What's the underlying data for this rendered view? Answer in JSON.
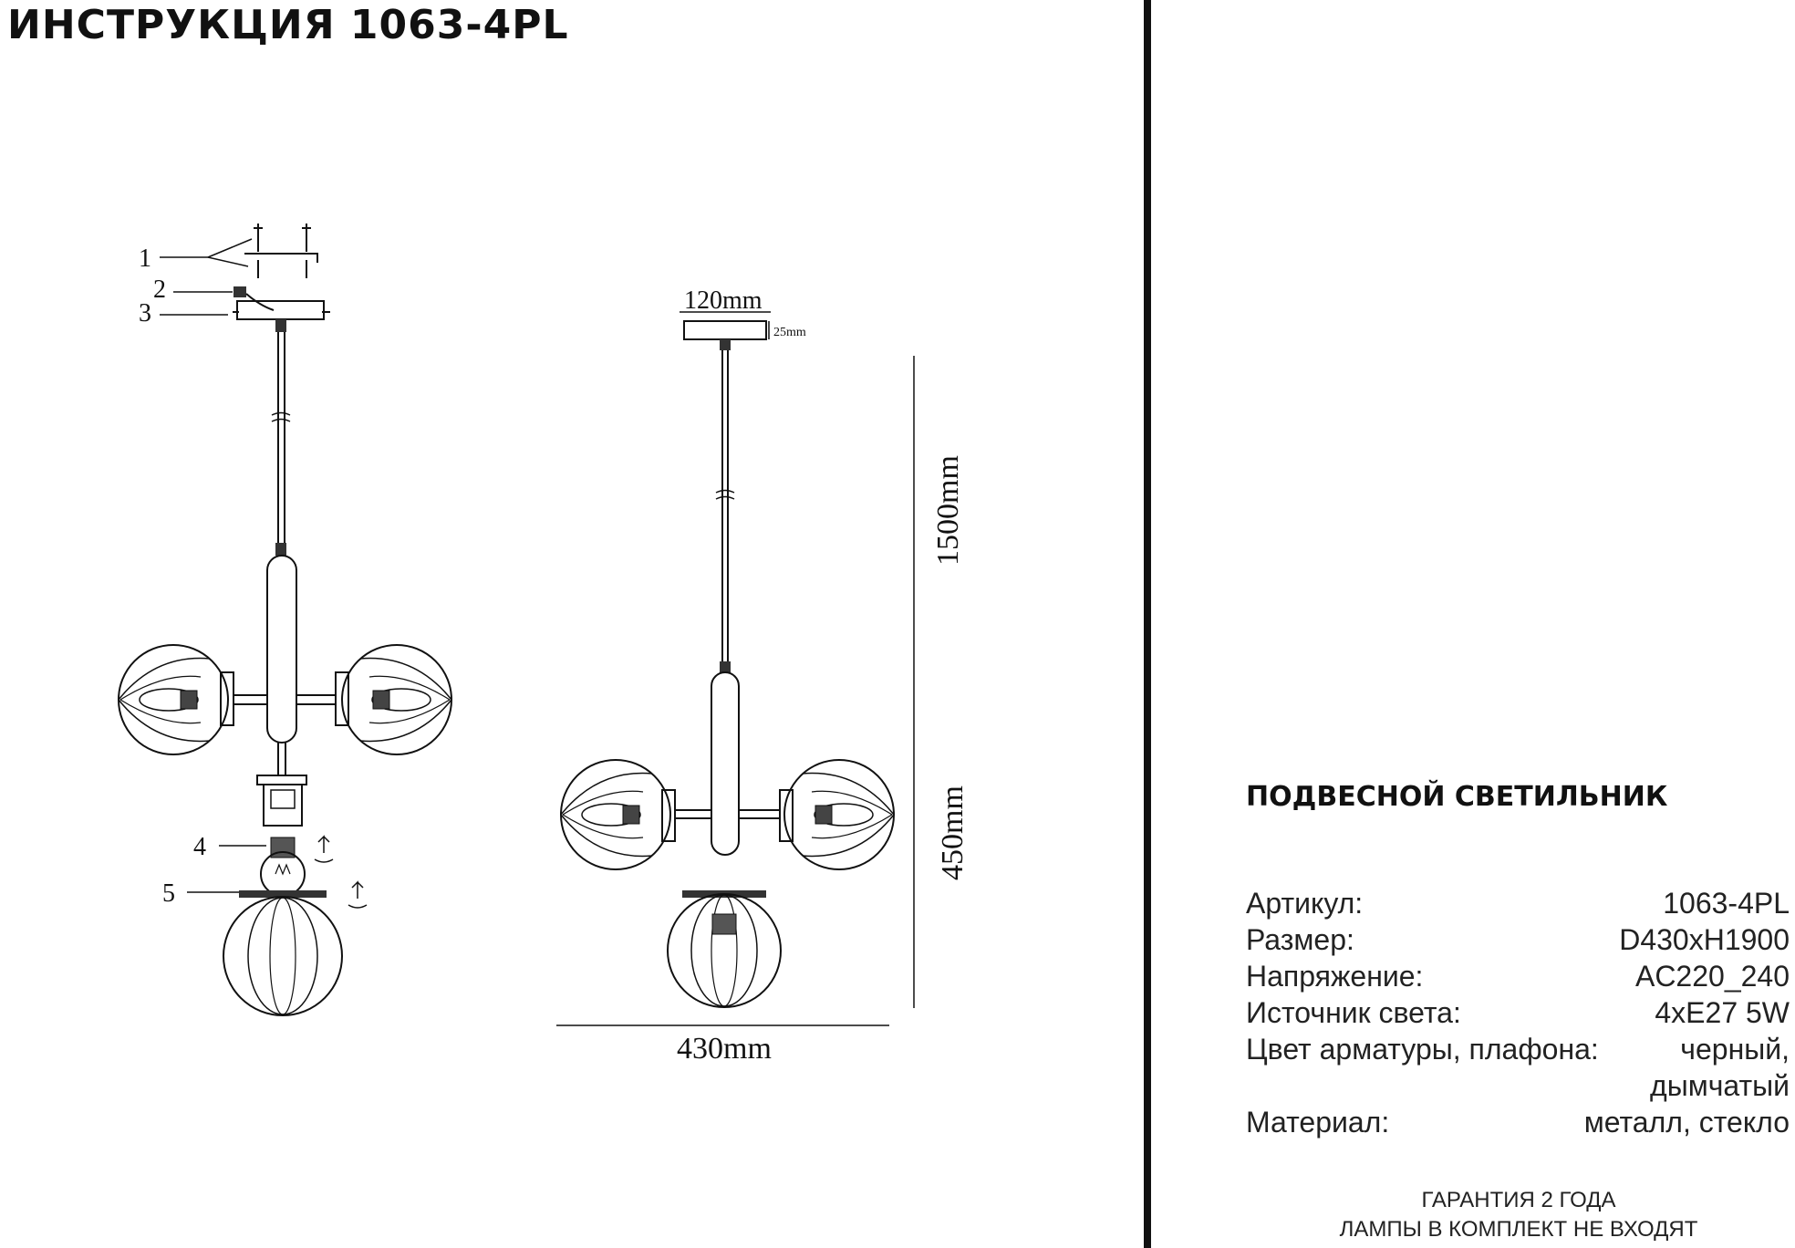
{
  "header": {
    "title": "ИНСТРУКЦИЯ 1063-4PL"
  },
  "drawing": {
    "callouts": [
      "1",
      "2",
      "3",
      "4",
      "5"
    ],
    "dimensions": {
      "canopy_width": "120mm",
      "canopy_height": "25mm",
      "cable_length": "1500mm",
      "body_height": "450mm",
      "diameter": "430mm"
    }
  },
  "product": {
    "type": "ПОДВЕСНОЙ СВЕТИЛЬНИК"
  },
  "specs": [
    {
      "label": "Артикул:",
      "value": "1063-4PL"
    },
    {
      "label": "Размер:",
      "value": "D430xH1900"
    },
    {
      "label": "Напряжение:",
      "value": "AC220_240"
    },
    {
      "label": "Источник света:",
      "value": "4xE27 5W"
    },
    {
      "label": "Цвет арматуры, плафона:",
      "value": "черный,",
      "continuation": "дымчатый"
    },
    {
      "label": "Материал:",
      "value": "металл, стекло"
    }
  ],
  "footer": {
    "warranty": "ГАРАНТИЯ 2 ГОДА",
    "lamps_note": "ЛАМПЫ В КОМПЛЕКТ НЕ ВХОДЯТ"
  }
}
